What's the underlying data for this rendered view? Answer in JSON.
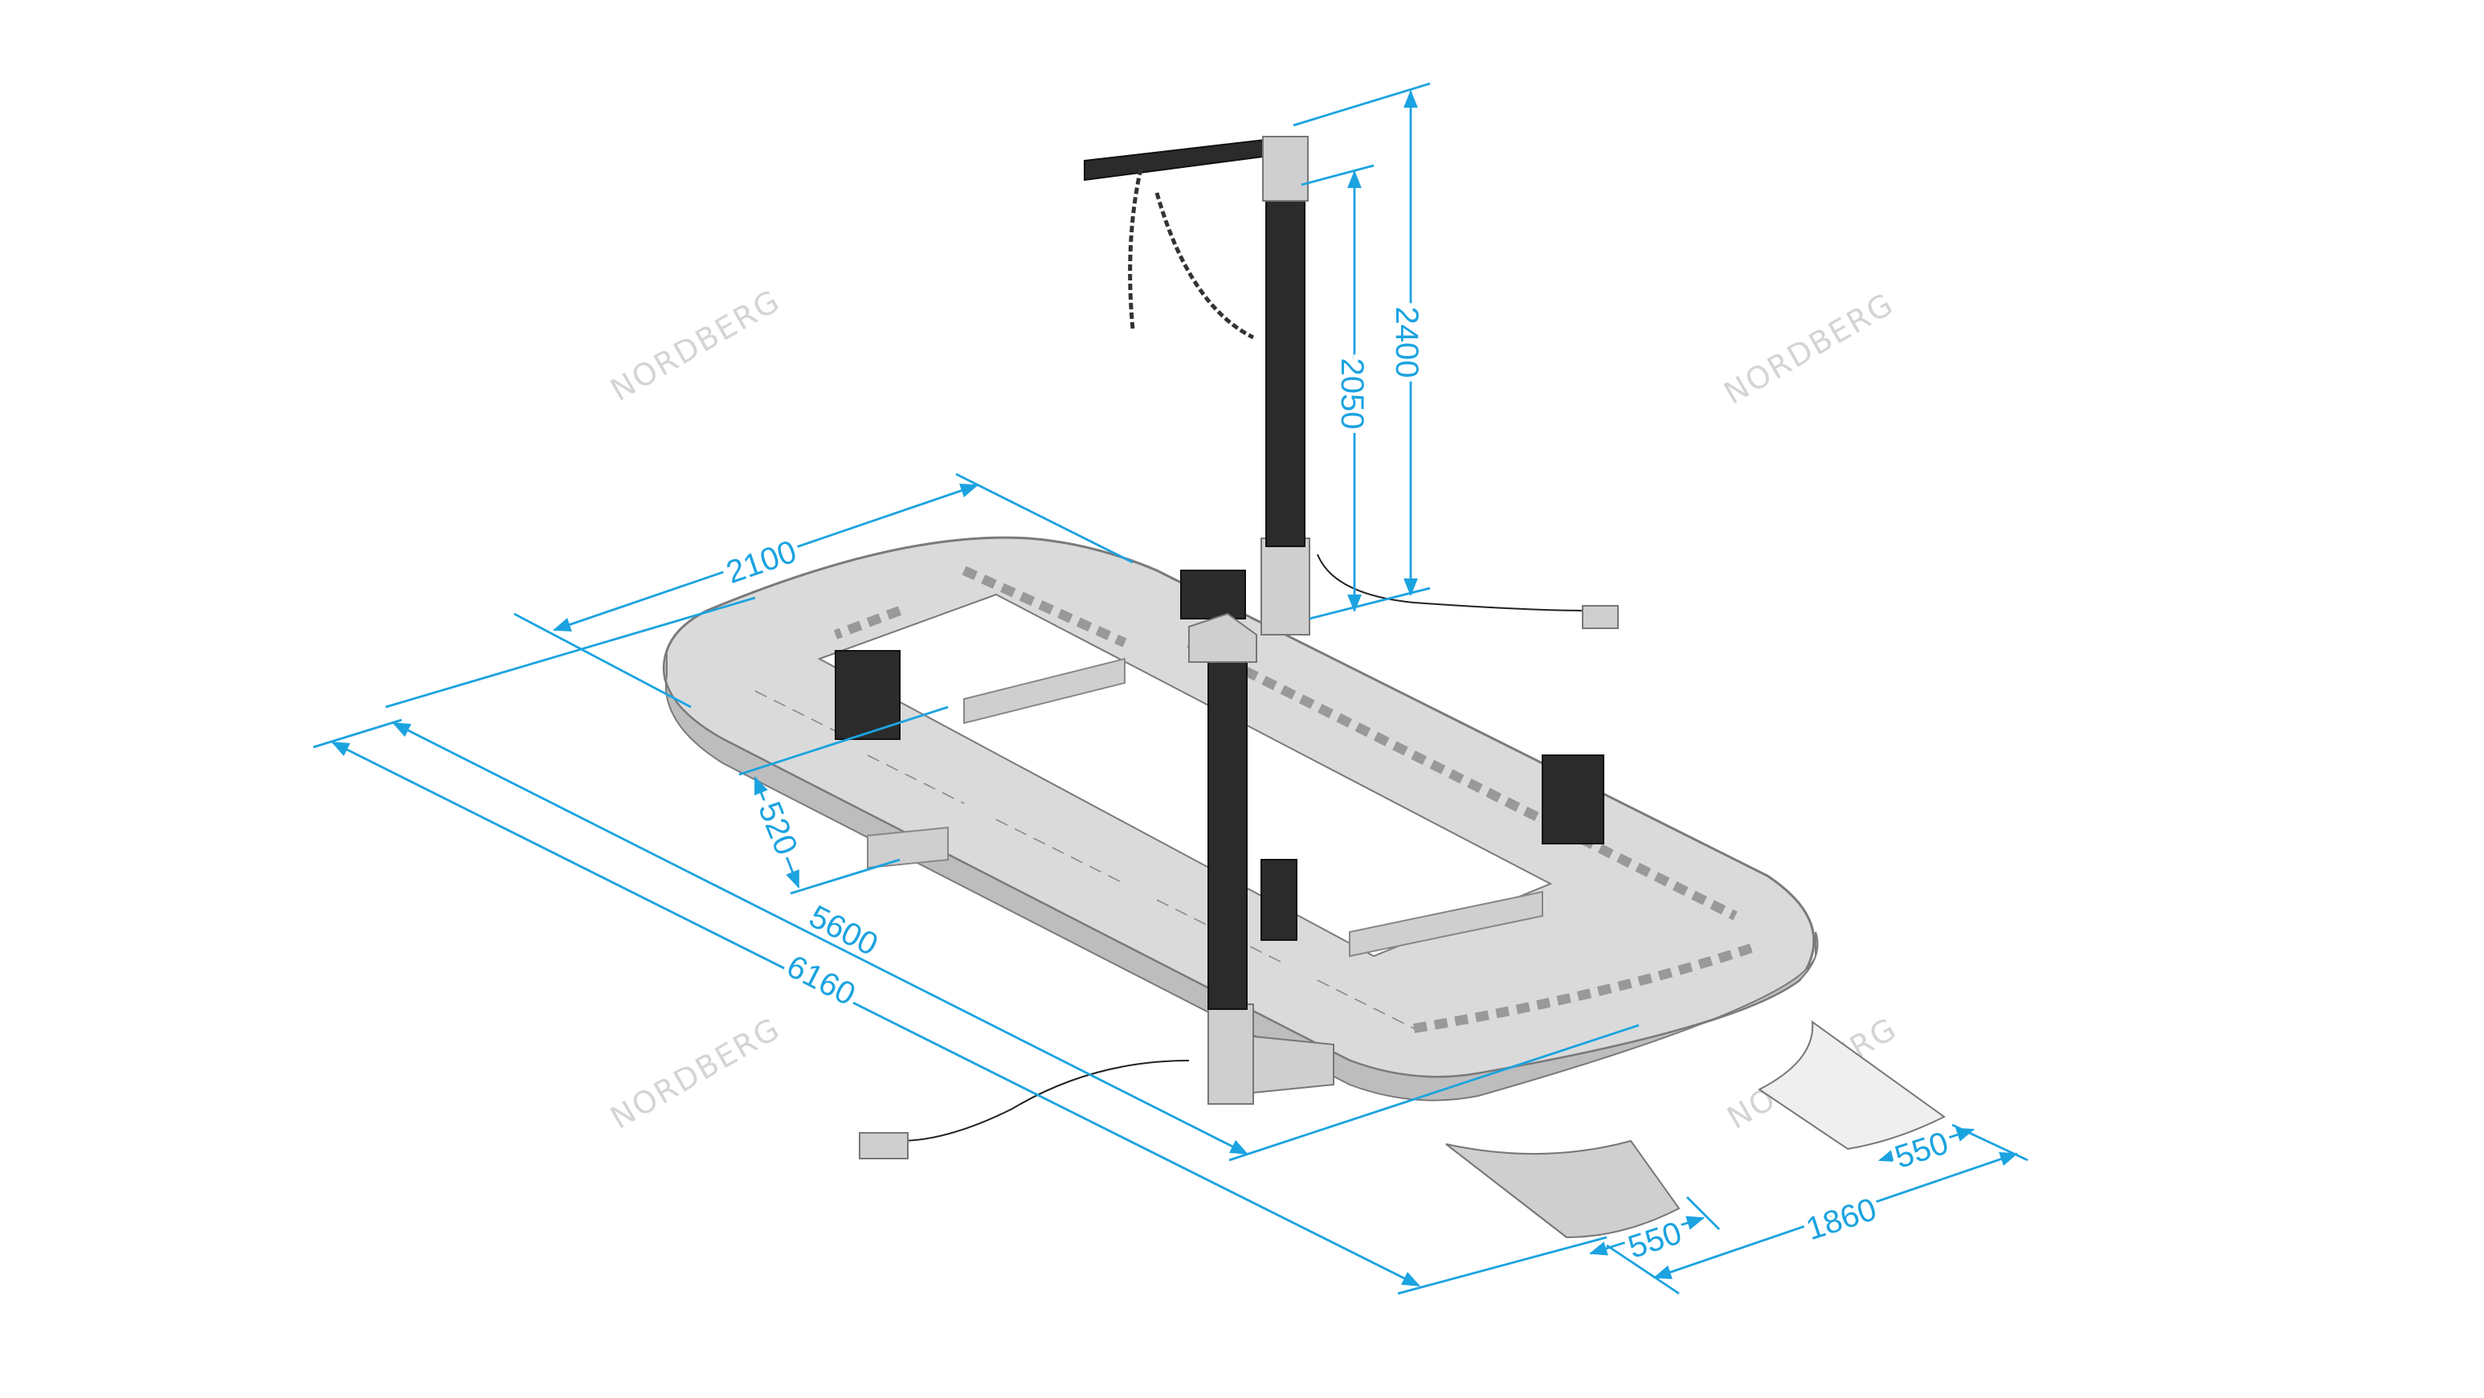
{
  "watermark": "NORDBERG",
  "dimensions": {
    "height_total": "2400",
    "height_arm": "2050",
    "width_frame": "2100",
    "length_frame": "5600",
    "length_total": "6160",
    "frame_height": "520",
    "ramp_left_width": "550",
    "ramp_right_width": "550",
    "ramp_spacing": "1860"
  },
  "colors": {
    "dimension": "#1ba3e0",
    "frame": "#dadada",
    "tower": "#2b2b2b"
  }
}
